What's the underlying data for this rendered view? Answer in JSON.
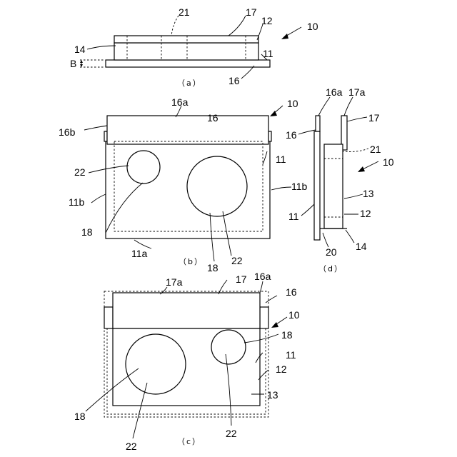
{
  "fig_a": {
    "caption": "（a）",
    "labels": {
      "n21": "21",
      "n17": "17",
      "n12": "12",
      "n10": "10",
      "n14": "14",
      "n11": "11",
      "nB": "B",
      "n16": "16"
    }
  },
  "fig_b": {
    "caption": "（b）",
    "labels": {
      "n16a": "16a",
      "n16": "16",
      "n10": "10",
      "n16b": "16b",
      "n11": "11",
      "n22a": "22",
      "n11b_left": "11b",
      "n11b_right": "11b",
      "n18": "18",
      "n11a": "11a",
      "n18b": "18",
      "n22b": "22"
    }
  },
  "fig_c": {
    "caption": "（c）",
    "labels": {
      "n17a": "17a",
      "n17": "17",
      "n16a": "16a",
      "n16": "16",
      "n10": "10",
      "n18r": "18",
      "n11": "11",
      "n12": "12",
      "n13": "13",
      "n18l": "18",
      "n22l": "22",
      "n22r": "22"
    }
  },
  "fig_d": {
    "caption": "（d）",
    "labels": {
      "n16a": "16a",
      "n17a": "17a",
      "n16": "16",
      "n17": "17",
      "n21": "21",
      "n10": "10",
      "n13": "13",
      "n11": "11",
      "n12": "12",
      "n20": "20",
      "n14": "14"
    }
  }
}
